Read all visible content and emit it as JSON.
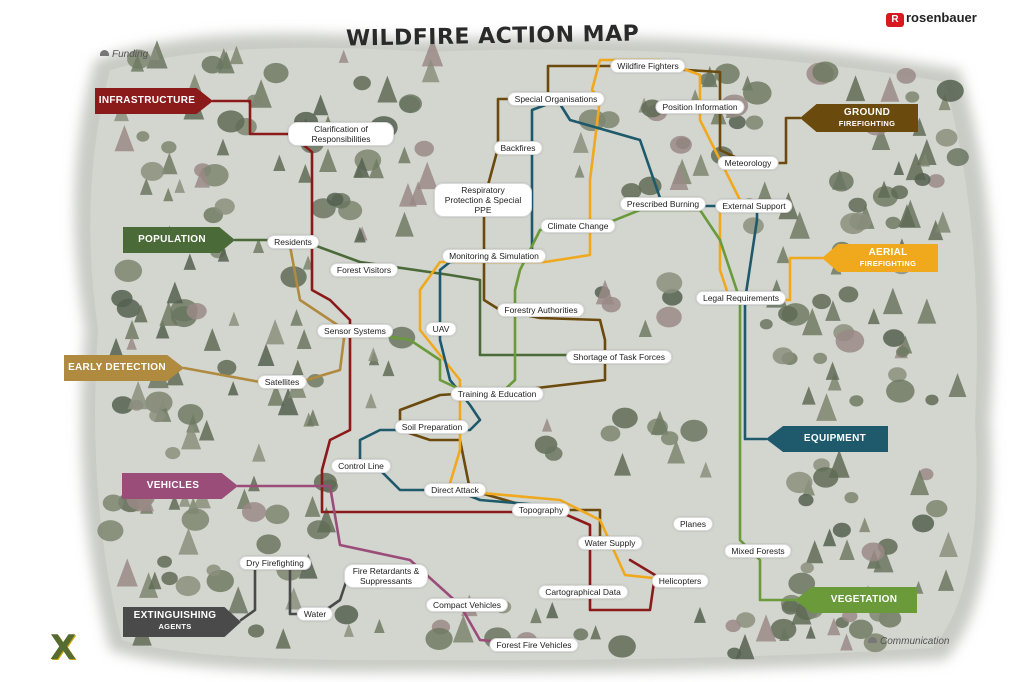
{
  "title": "WILDFIRE ACTION MAP",
  "brand": {
    "name": "rosenbauer",
    "mark": "R",
    "color": "#d71920"
  },
  "legend": {
    "funding": "Funding",
    "communication": "Communication"
  },
  "logo": {
    "mark": "X"
  },
  "categories": [
    {
      "id": "infrastructure",
      "label": "INFRASTRUCTURE",
      "sub": "",
      "color": "#8b1a1a",
      "side": "left"
    },
    {
      "id": "population",
      "label": "POPULATION",
      "sub": "",
      "color": "#4a6a38",
      "side": "left"
    },
    {
      "id": "early-detection",
      "label": "EARLY DETECTION",
      "sub": "",
      "color": "#b08a3e",
      "side": "left"
    },
    {
      "id": "vehicles",
      "label": "VEHICLES",
      "sub": "",
      "color": "#9b4d7a",
      "side": "left"
    },
    {
      "id": "extinguishing-agents",
      "label": "EXTINGUISHING",
      "sub": "AGENTS",
      "color": "#4a4a4a",
      "side": "left"
    },
    {
      "id": "ground-firefighting",
      "label": "GROUND",
      "sub": "FIREFIGHTING",
      "color": "#6b4a0e",
      "side": "right"
    },
    {
      "id": "aerial-firefighting",
      "label": "AERIAL",
      "sub": "FIREFIGHTING",
      "color": "#f0a81c",
      "side": "right"
    },
    {
      "id": "equipment",
      "label": "EQUIPMENT",
      "sub": "",
      "color": "#1e5a6b",
      "side": "right"
    },
    {
      "id": "vegetation",
      "label": "VEGETATION",
      "sub": "",
      "color": "#6a9a3a",
      "side": "right"
    }
  ],
  "nodes": [
    {
      "id": "wildfire-fighters",
      "label": "Wildfire Fighters"
    },
    {
      "id": "special-organisations",
      "label": "Special Organisations"
    },
    {
      "id": "position-information",
      "label": "Position Information"
    },
    {
      "id": "clarification",
      "label": "Clarification of Responsibilities"
    },
    {
      "id": "backfires",
      "label": "Backfires"
    },
    {
      "id": "meteorology",
      "label": "Meteorology"
    },
    {
      "id": "respiratory",
      "label": "Respiratory Protection & Special PPE"
    },
    {
      "id": "prescribed-burning",
      "label": "Prescribed Burning"
    },
    {
      "id": "external-support",
      "label": "External Support"
    },
    {
      "id": "climate-change",
      "label": "Climate Change"
    },
    {
      "id": "residents",
      "label": "Residents"
    },
    {
      "id": "monitoring",
      "label": "Monitoring & Simulation"
    },
    {
      "id": "forest-visitors",
      "label": "Forest Visitors"
    },
    {
      "id": "legal-requirements",
      "label": "Legal Requirements"
    },
    {
      "id": "forestry-authorities",
      "label": "Forestry Authorities"
    },
    {
      "id": "sensor-systems",
      "label": "Sensor Systems"
    },
    {
      "id": "uav",
      "label": "UAV"
    },
    {
      "id": "shortage",
      "label": "Shortage of Task Forces"
    },
    {
      "id": "satellites",
      "label": "Satellites"
    },
    {
      "id": "training",
      "label": "Training & Education"
    },
    {
      "id": "soil-preparation",
      "label": "Soil Preparation"
    },
    {
      "id": "control-line",
      "label": "Control Line"
    },
    {
      "id": "direct-attack",
      "label": "Direct Attack"
    },
    {
      "id": "topography",
      "label": "Topography"
    },
    {
      "id": "planes",
      "label": "Planes"
    },
    {
      "id": "water-supply",
      "label": "Water Supply"
    },
    {
      "id": "mixed-forests",
      "label": "Mixed Forests"
    },
    {
      "id": "dry-firefighting",
      "label": "Dry Firefighting"
    },
    {
      "id": "fire-retardants",
      "label": "Fire Retardants & Suppressants"
    },
    {
      "id": "helicopters",
      "label": "Helicopters"
    },
    {
      "id": "cartographical-data",
      "label": "Cartographical Data"
    },
    {
      "id": "compact-vehicles",
      "label": "Compact Vehicles"
    },
    {
      "id": "water",
      "label": "Water"
    },
    {
      "id": "forest-fire-vehicles",
      "label": "Forest Fire Vehicles"
    }
  ],
  "line_colors": {
    "infrastructure": "#8b1a1a",
    "population": "#4a6a38",
    "early-detection": "#b08a3e",
    "vehicles": "#9b4d7a",
    "extinguishing-agents": "#4a4a4a",
    "ground-firefighting": "#6b4a0e",
    "aerial-firefighting": "#f0a81c",
    "equipment": "#1e5a6b",
    "vegetation": "#6a9a3a"
  }
}
